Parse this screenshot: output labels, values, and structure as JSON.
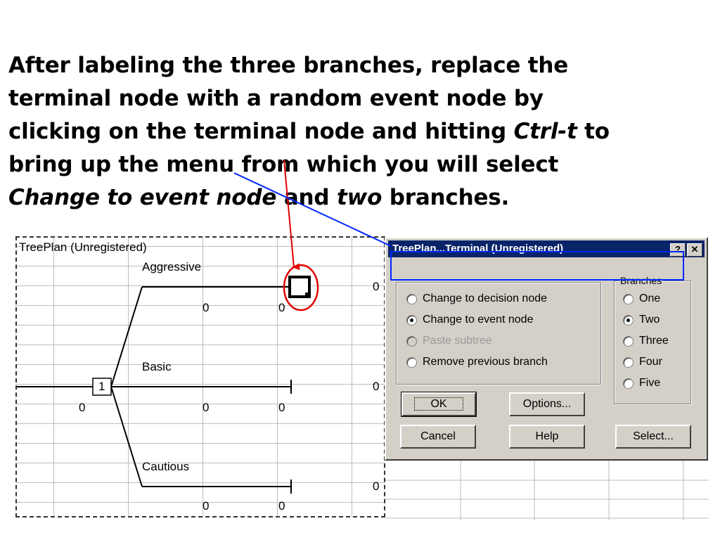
{
  "instruction": {
    "line1": "After labeling the three branches, replace the",
    "line2": "terminal node with a random event node by",
    "line3_pre": "clicking on the terminal node and hitting ",
    "line3_key": "Ctrl-t",
    "line3_post": " to",
    "line4": "bring up the menu from which you will select",
    "line5_action": "Change to event node",
    "line5_mid": " and ",
    "line5_count": "two",
    "line5_post": " branches."
  },
  "sheet": {
    "title": "TreePlan (Unregistered)",
    "decision_node_label": "1",
    "root_value": "0",
    "branches": [
      {
        "name": "Aggressive",
        "left_value": "0",
        "right_value": "0",
        "terminal_value": "0"
      },
      {
        "name": "Basic",
        "left_value": "0",
        "right_value": "0",
        "terminal_value": "0"
      },
      {
        "name": "Cautious",
        "left_value": "0",
        "right_value": "0",
        "terminal_value": "0"
      }
    ]
  },
  "dialog": {
    "title": "TreePlan...Terminal (Unregistered)",
    "help_btn": "?",
    "close_btn": "✕",
    "options": [
      {
        "label": "Change to decision node",
        "checked": false,
        "disabled": false
      },
      {
        "label": "Change to event node",
        "checked": true,
        "disabled": false
      },
      {
        "label": "Paste subtree",
        "checked": false,
        "disabled": true
      },
      {
        "label": "Remove previous branch",
        "checked": false,
        "disabled": false
      }
    ],
    "branches_group": {
      "label": "Branches",
      "items": [
        {
          "label": "One",
          "checked": false
        },
        {
          "label": "Two",
          "checked": true
        },
        {
          "label": "Three",
          "checked": false
        },
        {
          "label": "Four",
          "checked": false
        },
        {
          "label": "Five",
          "checked": false
        }
      ]
    },
    "buttons": {
      "ok": "OK",
      "options": "Options...",
      "cancel": "Cancel",
      "help": "Help",
      "select": "Select..."
    }
  },
  "colors": {
    "arrow": "#e00000",
    "callout": "#0026ff",
    "titlebar": "#0a246a",
    "dialog_bg": "#d4d0c8"
  }
}
